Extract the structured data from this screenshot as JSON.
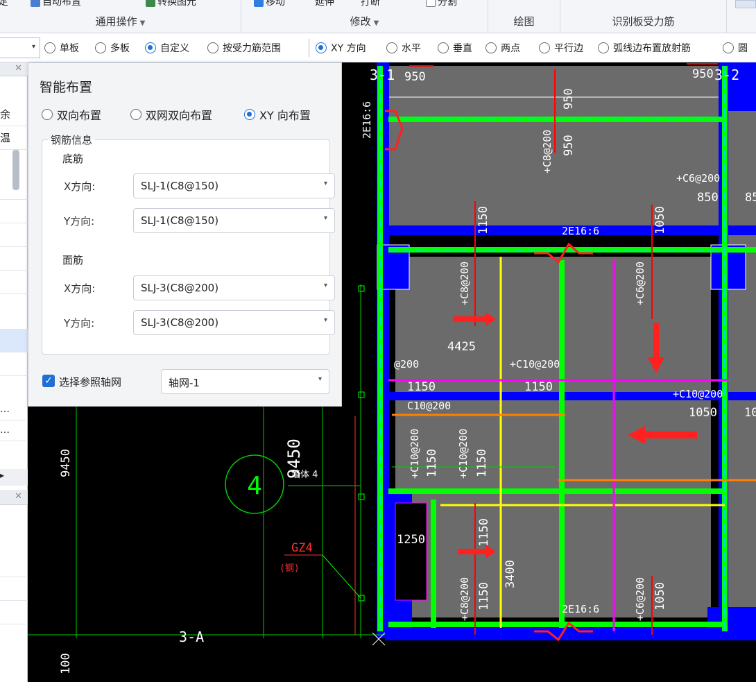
{
  "ribbon": {
    "tools_top": [
      "自动布置",
      "转换图元",
      "移动",
      "延伸",
      "打断",
      "分割"
    ],
    "groups": [
      {
        "label": "通用操作",
        "caret": "▼"
      },
      {
        "label": "修改",
        "caret": "▼"
      },
      {
        "label": "绘图",
        "caret": ""
      },
      {
        "label": "识别板受力筋",
        "caret": ""
      }
    ]
  },
  "optbar": {
    "options": [
      "单板",
      "多板",
      "自定义",
      "按受力筋范围",
      "XY 方向",
      "水平",
      "垂直",
      "两点",
      "平行边",
      "弧线边布置放射筋",
      "圆"
    ],
    "selected": [
      "自定义",
      "XY 方向"
    ]
  },
  "side_panel": {
    "items": [
      "余",
      "温",
      "…",
      "…"
    ]
  },
  "smart_panel": {
    "title": "智能布置",
    "modes": [
      "双向布置",
      "双网双向布置",
      "XY 向布置"
    ],
    "selected_mode": "XY 向布置",
    "group_title": "钢筋信息",
    "bottom": {
      "label": "底筋",
      "x_label": "X方向:",
      "x_value": "SLJ-1(C8@150)",
      "y_label": "Y方向:",
      "y_value": "SLJ-1(C8@150)"
    },
    "top": {
      "label": "面筋",
      "x_label": "X方向:",
      "x_value": "SLJ-3(C8@200)",
      "y_label": "Y方向:",
      "y_value": "SLJ-3(C8@200)"
    },
    "ref_grid_checkbox": "选择参照轴网",
    "ref_grid_checked": true,
    "ref_grid_value": "轴网-1"
  },
  "cad": {
    "axis_labels": [
      "3-1",
      "3-2",
      "3-A",
      "4"
    ],
    "dims": [
      "950",
      "950",
      "950",
      "950",
      "850",
      "85",
      "1150",
      "1050",
      "4425",
      "1150",
      "1150",
      "1050",
      "10",
      "1150",
      "1150",
      "1250",
      "1150",
      "3400",
      "1150",
      "1050",
      "9450",
      "9450",
      "100"
    ],
    "rebar_labels": [
      "+C8@200",
      "+C6@200",
      "+C8@200",
      "+C6@200",
      "+C10@200",
      "@200",
      "+C10@200",
      "C10@200",
      "+C10@200",
      "+C10@200",
      "+C8@200",
      "+C6@200"
    ],
    "steel_labels": [
      "2E16:6",
      "2E16:6",
      "2E16:6"
    ],
    "column_label": "GZ4",
    "column_sub": "(钢)",
    "misc_text": "墙体 4"
  },
  "colors": {
    "accent": "#1f6fd6",
    "beam_blue": "#0000ff",
    "rebar_green": "#00ff00",
    "slab_gray": "#6b6b6b",
    "axis_red": "#ff0000",
    "yellow": "#ffff00",
    "magenta": "#ff00ff",
    "orange": "#ff8000"
  }
}
